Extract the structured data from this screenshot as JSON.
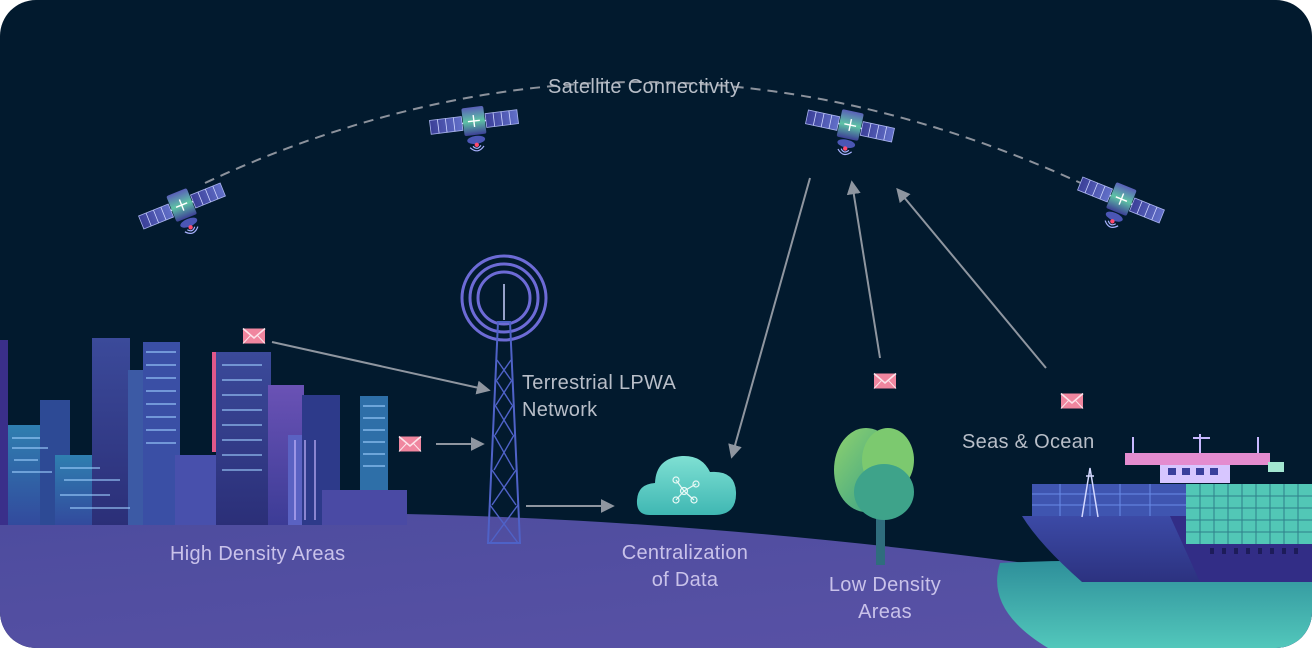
{
  "labels": {
    "satellite": "Satellite Connectivity",
    "terrestrial_line1": "Terrestrial LPWA",
    "terrestrial_line2": "Network",
    "high_density": "High Density Areas",
    "central_line1": "Centralization",
    "central_line2": "of Data",
    "low_line1": "Low Density",
    "low_line2": "Areas",
    "seas": "Seas & Ocean"
  },
  "icons": {
    "satellite": "satellite-icon",
    "message": "envelope-icon",
    "tower": "radio-tower-icon",
    "cloud": "cloud-network-icon",
    "tree": "tree-icon",
    "ship": "container-ship-icon",
    "city": "city-skyline-icon"
  },
  "colors": {
    "background": "#021a2e",
    "ground": "#4f4ea1",
    "sea": "#3fb3b0",
    "envelope": "#f08aa6",
    "connector": "#8f96a0"
  }
}
